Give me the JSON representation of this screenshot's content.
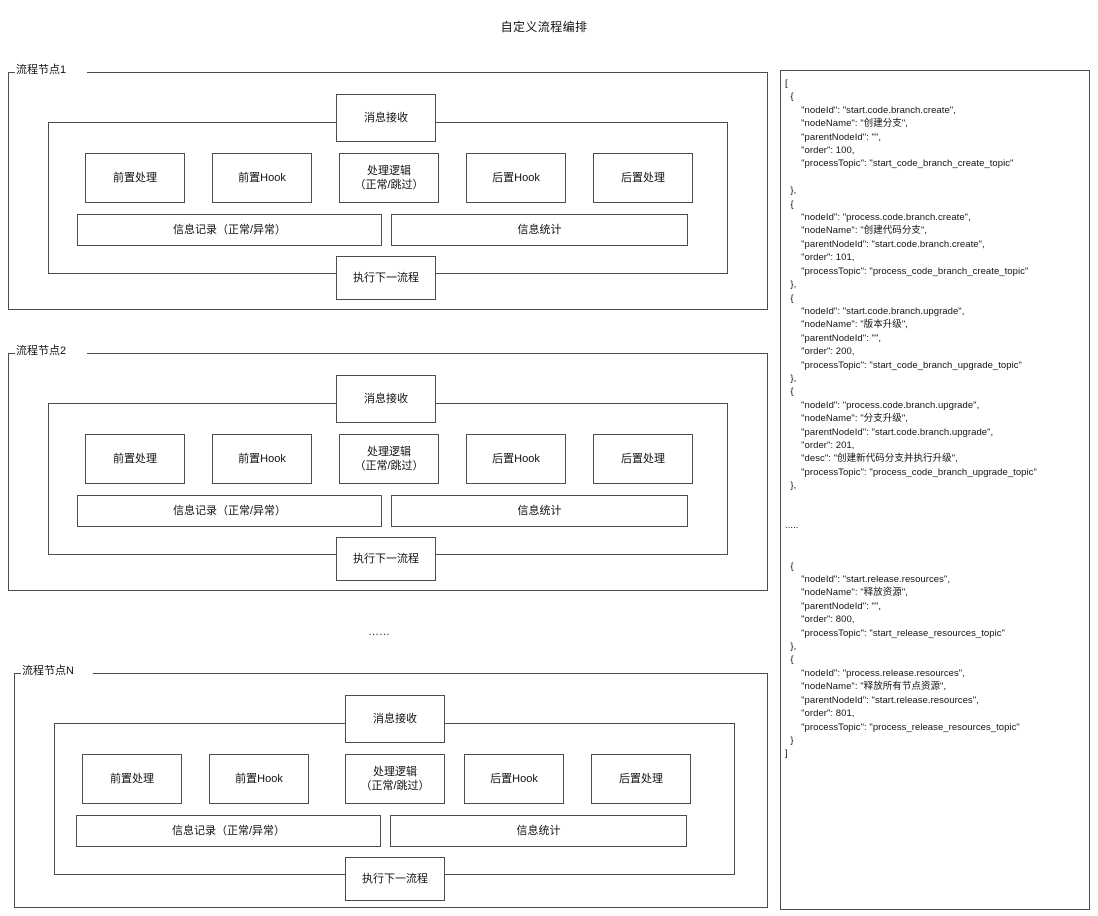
{
  "page": {
    "title": "自定义流程编排"
  },
  "flow_ellipsis": "……",
  "common_boxes": {
    "message_receive": "消息接收",
    "pre_process": "前置处理",
    "pre_hook": "前置Hook",
    "process_logic_line1": "处理逻辑",
    "process_logic_line2": "（正常/跳过）",
    "post_hook": "后置Hook",
    "post_process": "后置处理",
    "info_record": "信息记录（正常/异常）",
    "info_stats": "信息统计",
    "next_flow": "执行下一流程"
  },
  "nodes": [
    {
      "label": "流程节点1"
    },
    {
      "label": "流程节点2"
    },
    {
      "label": "流程节点N"
    }
  ],
  "json_panel": {
    "content": "[\n  {\n      \"nodeId\": \"start.code.branch.create\",\n      \"nodeName\": \"创建分支\",\n      \"parentNodeId\": \"\",\n      \"order\": 100,\n      \"processTopic\": \"start_code_branch_create_topic\"\n\n  },\n  {\n      \"nodeId\": \"process.code.branch.create\",\n      \"nodeName\": \"创建代码分支\",\n      \"parentNodeId\": \"start.code.branch.create\",\n      \"order\": 101,\n      \"processTopic\": \"process_code_branch_create_topic\"\n  },\n  {\n      \"nodeId\": \"start.code.branch.upgrade\",\n      \"nodeName\": \"版本升级\",\n      \"parentNodeId\": \"\",\n      \"order\": 200,\n      \"processTopic\": \"start_code_branch_upgrade_topic\"\n  },\n  {\n      \"nodeId\": \"process.code.branch.upgrade\",\n      \"nodeName\": \"分支升级\",\n      \"parentNodeId\": \"start.code.branch.upgrade\",\n      \"order\": 201,\n      \"desc\": \"创建新代码分支并执行升级\",\n      \"processTopic\": \"process_code_branch_upgrade_topic\"\n  },\n\n\n.....\n\n\n  {\n      \"nodeId\": \"start.release.resources\",\n      \"nodeName\": \"释放资源\",\n      \"parentNodeId\": \"\",\n      \"order\": 800,\n      \"processTopic\": \"start_release_resources_topic\"\n  },\n  {\n      \"nodeId\": \"process.release.resources\",\n      \"nodeName\": \"释放所有节点资源\",\n      \"parentNodeId\": \"start.release.resources\",\n      \"order\": 801,\n      \"processTopic\": \"process_release_resources_topic\"\n  }\n]"
  }
}
